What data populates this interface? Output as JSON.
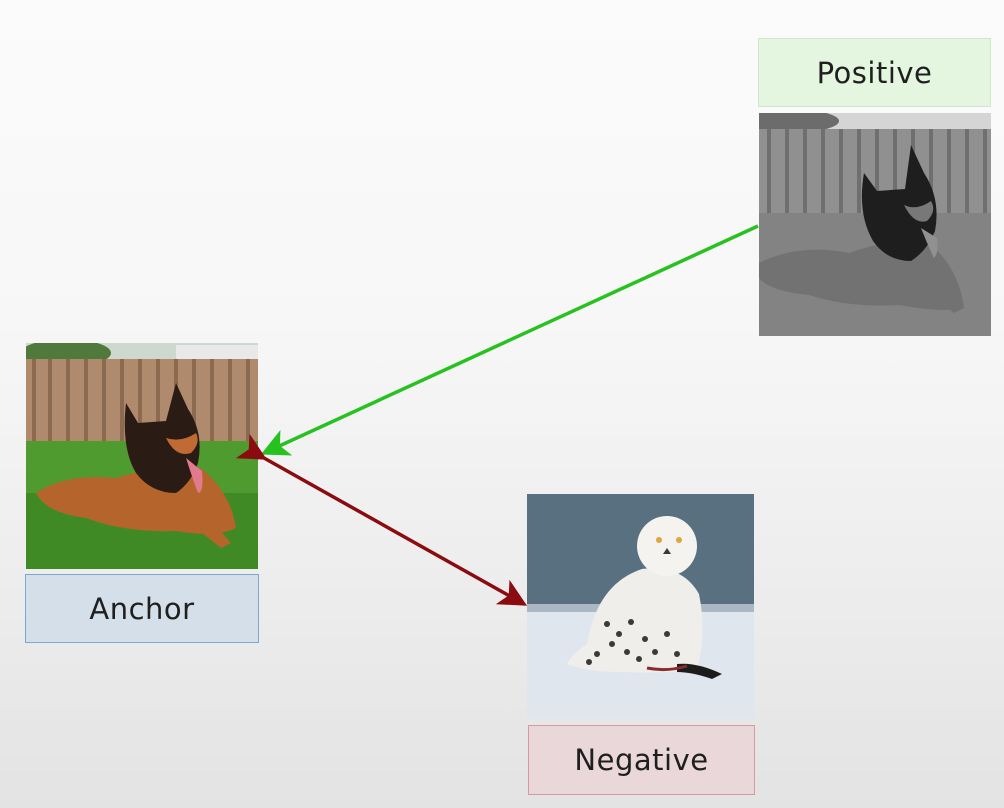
{
  "labels": {
    "positive": "Positive",
    "anchor": "Anchor",
    "negative": "Negative"
  },
  "images": {
    "anchor": "german-shepherd-dog-on-grass",
    "positive": "german-shepherd-dog-grayscale",
    "negative": "snowy-owl-on-snow"
  },
  "colors": {
    "positive_arrow": "#27c21f",
    "negative_arrow": "#8b0c10",
    "positive_label_bg": "#e4f6df",
    "anchor_label_bg": "#d4dfe9",
    "negative_label_bg": "#ead7da"
  }
}
